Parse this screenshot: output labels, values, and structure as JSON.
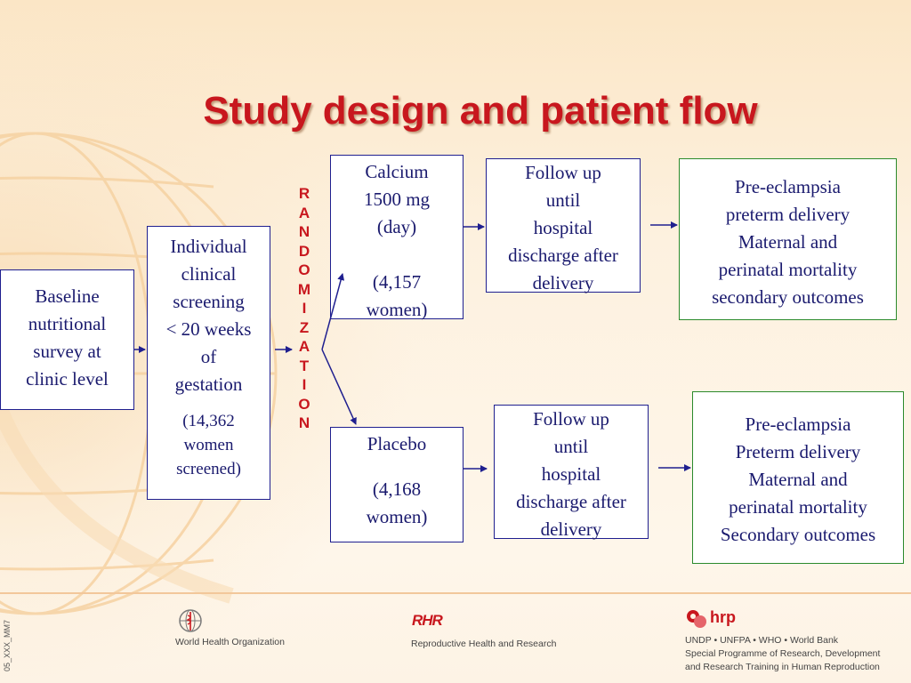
{
  "slide": {
    "title": "Study design and patient flow"
  },
  "boxes": {
    "baseline": [
      "Baseline",
      "nutritional",
      "survey at",
      "clinic level"
    ],
    "screening": [
      "Individual",
      "clinical",
      "screening",
      "< 20 weeks",
      "of",
      "gestation"
    ],
    "screening_count": [
      "(14,362",
      "women",
      "screened)"
    ],
    "calcium": [
      "Calcium",
      "1500 mg",
      "(day)",
      "",
      "(4,157",
      "women)"
    ],
    "placebo": [
      "Placebo",
      "",
      "(4,168",
      "women)"
    ],
    "followup_top": [
      "Follow up",
      "until",
      "hospital",
      "discharge after",
      "delivery"
    ],
    "followup_bottom": [
      "Follow up",
      "until",
      "hospital",
      "discharge after",
      "delivery"
    ],
    "outcomes_top": [
      "Pre-eclampsia",
      "preterm delivery",
      "Maternal and",
      "perinatal mortality",
      "secondary outcomes"
    ],
    "outcomes_bottom": [
      "Pre-eclampsia",
      "Preterm delivery",
      "Maternal and",
      "perinatal mortality",
      "Secondary outcomes"
    ]
  },
  "randomization_letters": [
    "R",
    "A",
    "N",
    "D",
    "O",
    "M",
    "I",
    "Z",
    "A",
    "T",
    "I",
    "O",
    "N"
  ],
  "footer": {
    "who": "World Health Organization",
    "rhr_mark": "RHR",
    "rhr": "Reproductive Health and Research",
    "hrp_mark": "hrp",
    "hrp_line1": "UNDP • UNFPA • WHO • World Bank",
    "hrp_line2": "Special Programme of Research, Development",
    "hrp_line3": "and Research Training in Human Reproduction",
    "slide_code": "05_XXX_MM7"
  },
  "colors": {
    "title": "#c8171e",
    "box_border_blue": "#1f1f8f",
    "box_border_green": "#2b8a2b",
    "text": "#1a1a6e"
  }
}
